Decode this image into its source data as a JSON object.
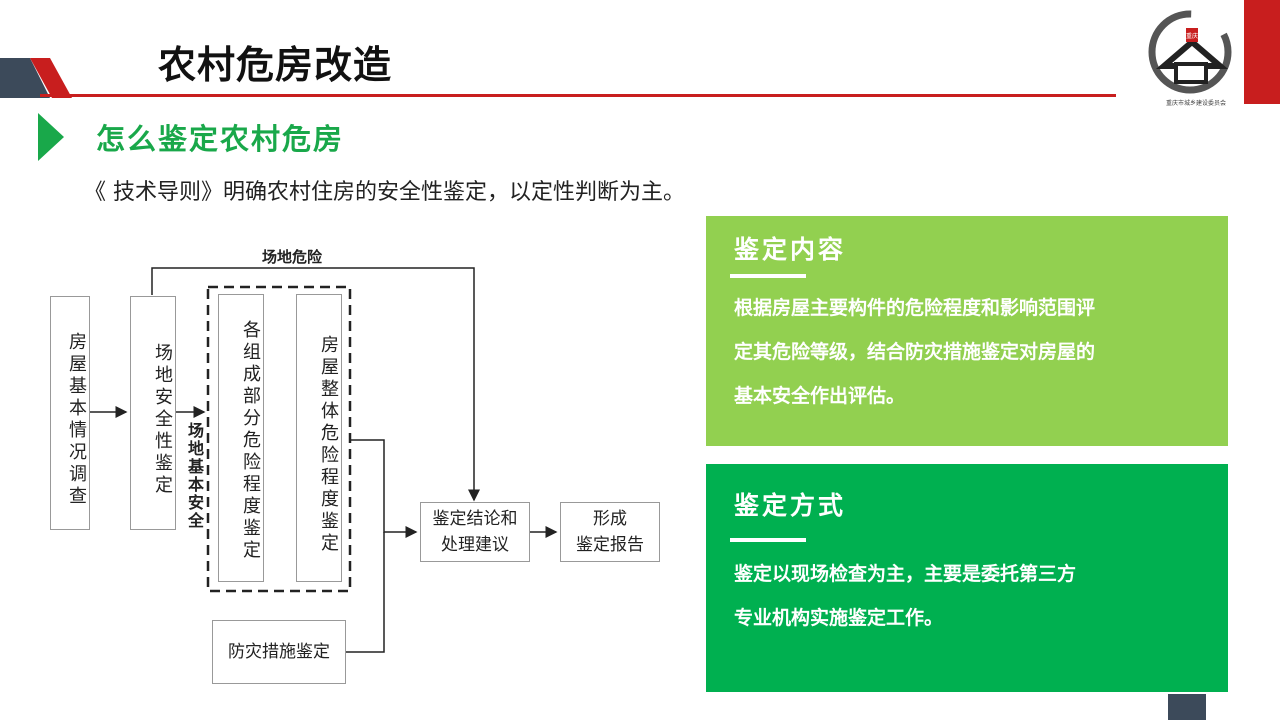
{
  "header": {
    "title": "农村危房改造",
    "logo_text": "重庆市城乡建设委员会",
    "logo_seal": "重庆"
  },
  "section": {
    "title": "怎么鉴定农村危房"
  },
  "subtitle": "《 技术导则》明确农村住房的安全性鉴定，以定性判断为主。",
  "diagram": {
    "box_survey": "房屋基本情况调查",
    "box_site": "场地安全性鉴定",
    "box_parts": "各组成部分危险程度鉴定",
    "box_whole": "房屋整体危险程度鉴定",
    "box_disaster": "防灾措施鉴定",
    "box_conclusion": "鉴定结论和\n处理建议",
    "box_report": "形成\n鉴定报告",
    "label_site_danger": "场地危险",
    "label_site_safe": "场地基本安全"
  },
  "panels": [
    {
      "heading": "鉴定内容",
      "lines": [
        "根据房屋主要构件的危险程度和影响范围评",
        "定其危险等级，结合防灾措施鉴定对房屋的",
        "基本安全作出评估。"
      ],
      "color": "#92d050"
    },
    {
      "heading": "鉴定方式",
      "lines": [
        "鉴定以现场检查为主，主要是委托第三方",
        "专业机构实施鉴定工作。"
      ],
      "color": "#00b050"
    }
  ],
  "colors": {
    "accent_red": "#c81e1e",
    "section_green": "#19a84a"
  }
}
